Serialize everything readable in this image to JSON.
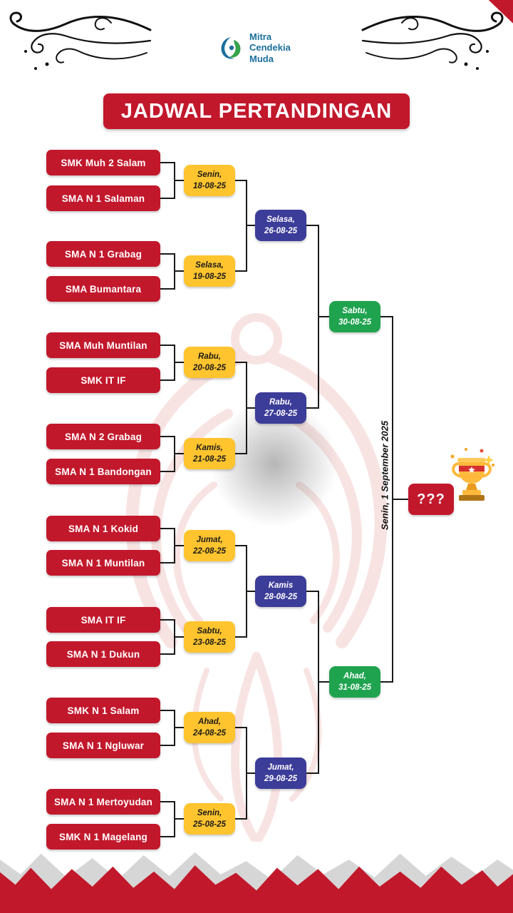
{
  "logo": {
    "name_line1": "Mitra",
    "name_line2": "Cendekia",
    "name_line3": "Muda"
  },
  "title": "JADWAL PERTANDINGAN",
  "bracket": {
    "round1": [
      {
        "team_top": "SMK Muh 2 Salam",
        "team_bottom": "SMA N 1 Salaman",
        "day": "Senin,",
        "date": "18-08-25"
      },
      {
        "team_top": "SMA N 1 Grabag",
        "team_bottom": "SMA Bumantara",
        "day": "Selasa,",
        "date": "19-08-25"
      },
      {
        "team_top": "SMA Muh Muntilan",
        "team_bottom": "SMK IT IF",
        "day": "Rabu,",
        "date": "20-08-25"
      },
      {
        "team_top": "SMA N 2 Grabag",
        "team_bottom": "SMA N 1 Bandongan",
        "day": "Kamis,",
        "date": "21-08-25"
      },
      {
        "team_top": "SMA N 1 Kokid",
        "team_bottom": "SMA N 1 Muntilan",
        "day": "Jumat,",
        "date": "22-08-25"
      },
      {
        "team_top": "SMA IT IF",
        "team_bottom": "SMA N 1 Dukun",
        "day": "Sabtu,",
        "date": "23-08-25"
      },
      {
        "team_top": "SMK N 1 Salam",
        "team_bottom": "SMA N 1 Ngluwar",
        "day": "Ahad,",
        "date": "24-08-25"
      },
      {
        "team_top": "SMA N 1 Mertoyudan",
        "team_bottom": "SMK N 1 Magelang",
        "day": "Senin,",
        "date": "25-08-25"
      }
    ],
    "round2": [
      {
        "day": "Selasa,",
        "date": "26-08-25"
      },
      {
        "day": "Rabu,",
        "date": "27-08-25"
      },
      {
        "day": "Kamis",
        "date": "28-08-25"
      },
      {
        "day": "Jumat,",
        "date": "29-08-25"
      }
    ],
    "round3": [
      {
        "day": "Sabtu,",
        "date": "30-08-25"
      },
      {
        "day": "Ahad,",
        "date": "31-08-25"
      }
    ],
    "final": {
      "date_label": "Senin, 1 September 2025",
      "winner_placeholder": "???"
    }
  },
  "colors": {
    "red": "#C2182C",
    "yellow": "#FFC42E",
    "blue": "#3C3C99",
    "green": "#1FA34F",
    "logo_blue": "#1B6F9D"
  }
}
